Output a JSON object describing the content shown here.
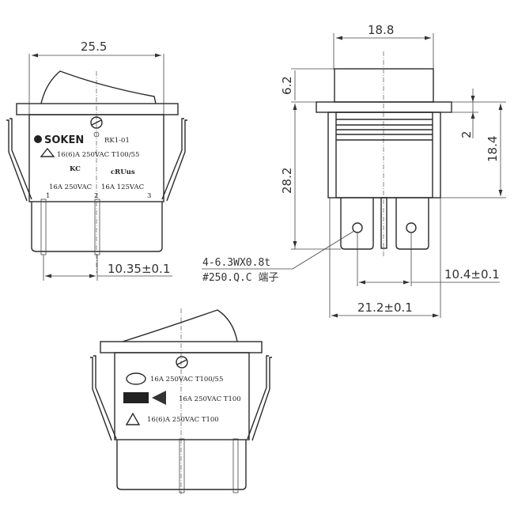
{
  "diagram": {
    "title": "Rocker switch dimensional drawing",
    "front_view": {
      "width_dim": "25.5",
      "pin_spacing_dim": "10.35±0.1",
      "brand": "SOKEN",
      "model": "RK1-01",
      "rating_line1": "16(6)A 250VAC T100/55",
      "rating_kc": "16A 250VAC",
      "rating_ul": "16A 125VAC",
      "pin_labels": [
        "1",
        "2",
        "3"
      ]
    },
    "side_view": {
      "top_width_dim": "18.8",
      "rocker_height_dim": "6.2",
      "flange_dim": "2",
      "body_height_dim": "18.4",
      "total_height_dim": "28.2",
      "terminal_spacing_dim": "10.4±0.1",
      "overall_width_dim": "21.2±0.1",
      "terminal_note_line1": "4-6.3WX0.8t",
      "terminal_note_line2": "#250.Q.C 端子"
    },
    "back_view": {
      "rating_ccc": "16A 250VAC T100/55",
      "rating_kema": "16A 250VAC T100",
      "rating_tri": "16(6)A 250VAC T100"
    }
  }
}
